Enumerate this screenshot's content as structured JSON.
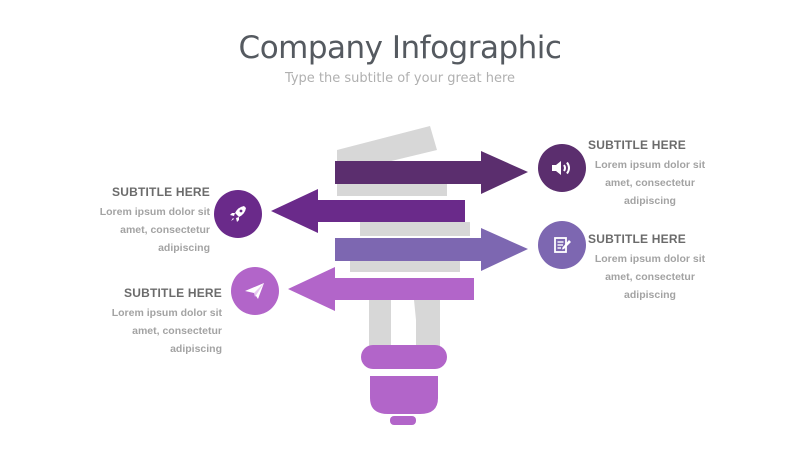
{
  "title": "Company Infographic",
  "subtitle": "Type the subtitle of your great here",
  "colors": {
    "dark_purple": "#5b2e6e",
    "purple": "#6a2a8a",
    "mid_purple": "#7d67b1",
    "light_purple": "#b265c9",
    "gray": "#d7d7d7"
  },
  "items": [
    {
      "heading": "SUBTITLE HERE",
      "line1": "Lorem ipsum dolor sit",
      "line2": "amet, consectetur",
      "line3": "adipiscing",
      "icon": "speaker-icon",
      "side": "right"
    },
    {
      "heading": "SUBTITLE HERE",
      "line1": "Lorem ipsum dolor sit",
      "line2": "amet, consectetur",
      "line3": "adipiscing",
      "icon": "rocket-icon",
      "side": "left"
    },
    {
      "heading": "SUBTITLE HERE",
      "line1": "Lorem ipsum dolor sit",
      "line2": "amet, consectetur",
      "line3": "adipiscing",
      "icon": "note-edit-icon",
      "side": "right"
    },
    {
      "heading": "SUBTITLE HERE",
      "line1": "Lorem ipsum dolor sit",
      "line2": "amet, consectetur",
      "line3": "adipiscing",
      "icon": "paper-plane-icon",
      "side": "left"
    }
  ]
}
